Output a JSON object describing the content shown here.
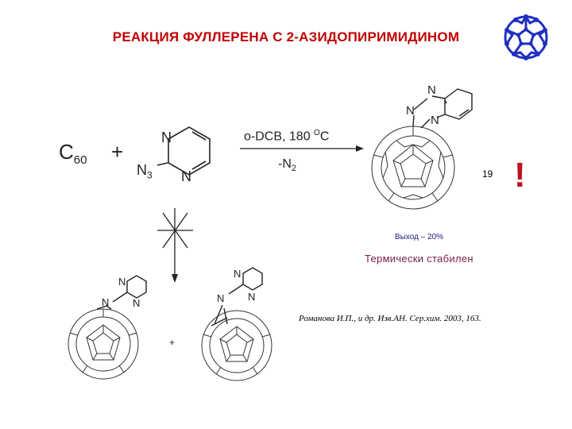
{
  "title": "РЕАКЦИЯ ФУЛЛЕРЕНА С 2-АЗИДОПИРИМИДИНОМ",
  "reagent_c60": "C",
  "reagent_c60_sub": "60",
  "plus": "+",
  "conditions_top": "o-DCB, 180 ",
  "conditions_deg": "O",
  "conditions_unit": "C",
  "conditions_bottom": "-N",
  "conditions_bottom_sub": "2",
  "compound_number": "19",
  "exclamation": "!",
  "yield": "Выход – 20%",
  "stability": "Термически стабилен",
  "reference": "Романова И.П., и др. Изв.АН. Сер.хим. 2003, 163.",
  "atoms": {
    "N": "N",
    "N3": "N",
    "N3_sub": "3"
  },
  "colors": {
    "title": "#c00000",
    "exclamation": "#c0101f",
    "stability": "#7a1d52",
    "logo": "#1f2fbf"
  }
}
